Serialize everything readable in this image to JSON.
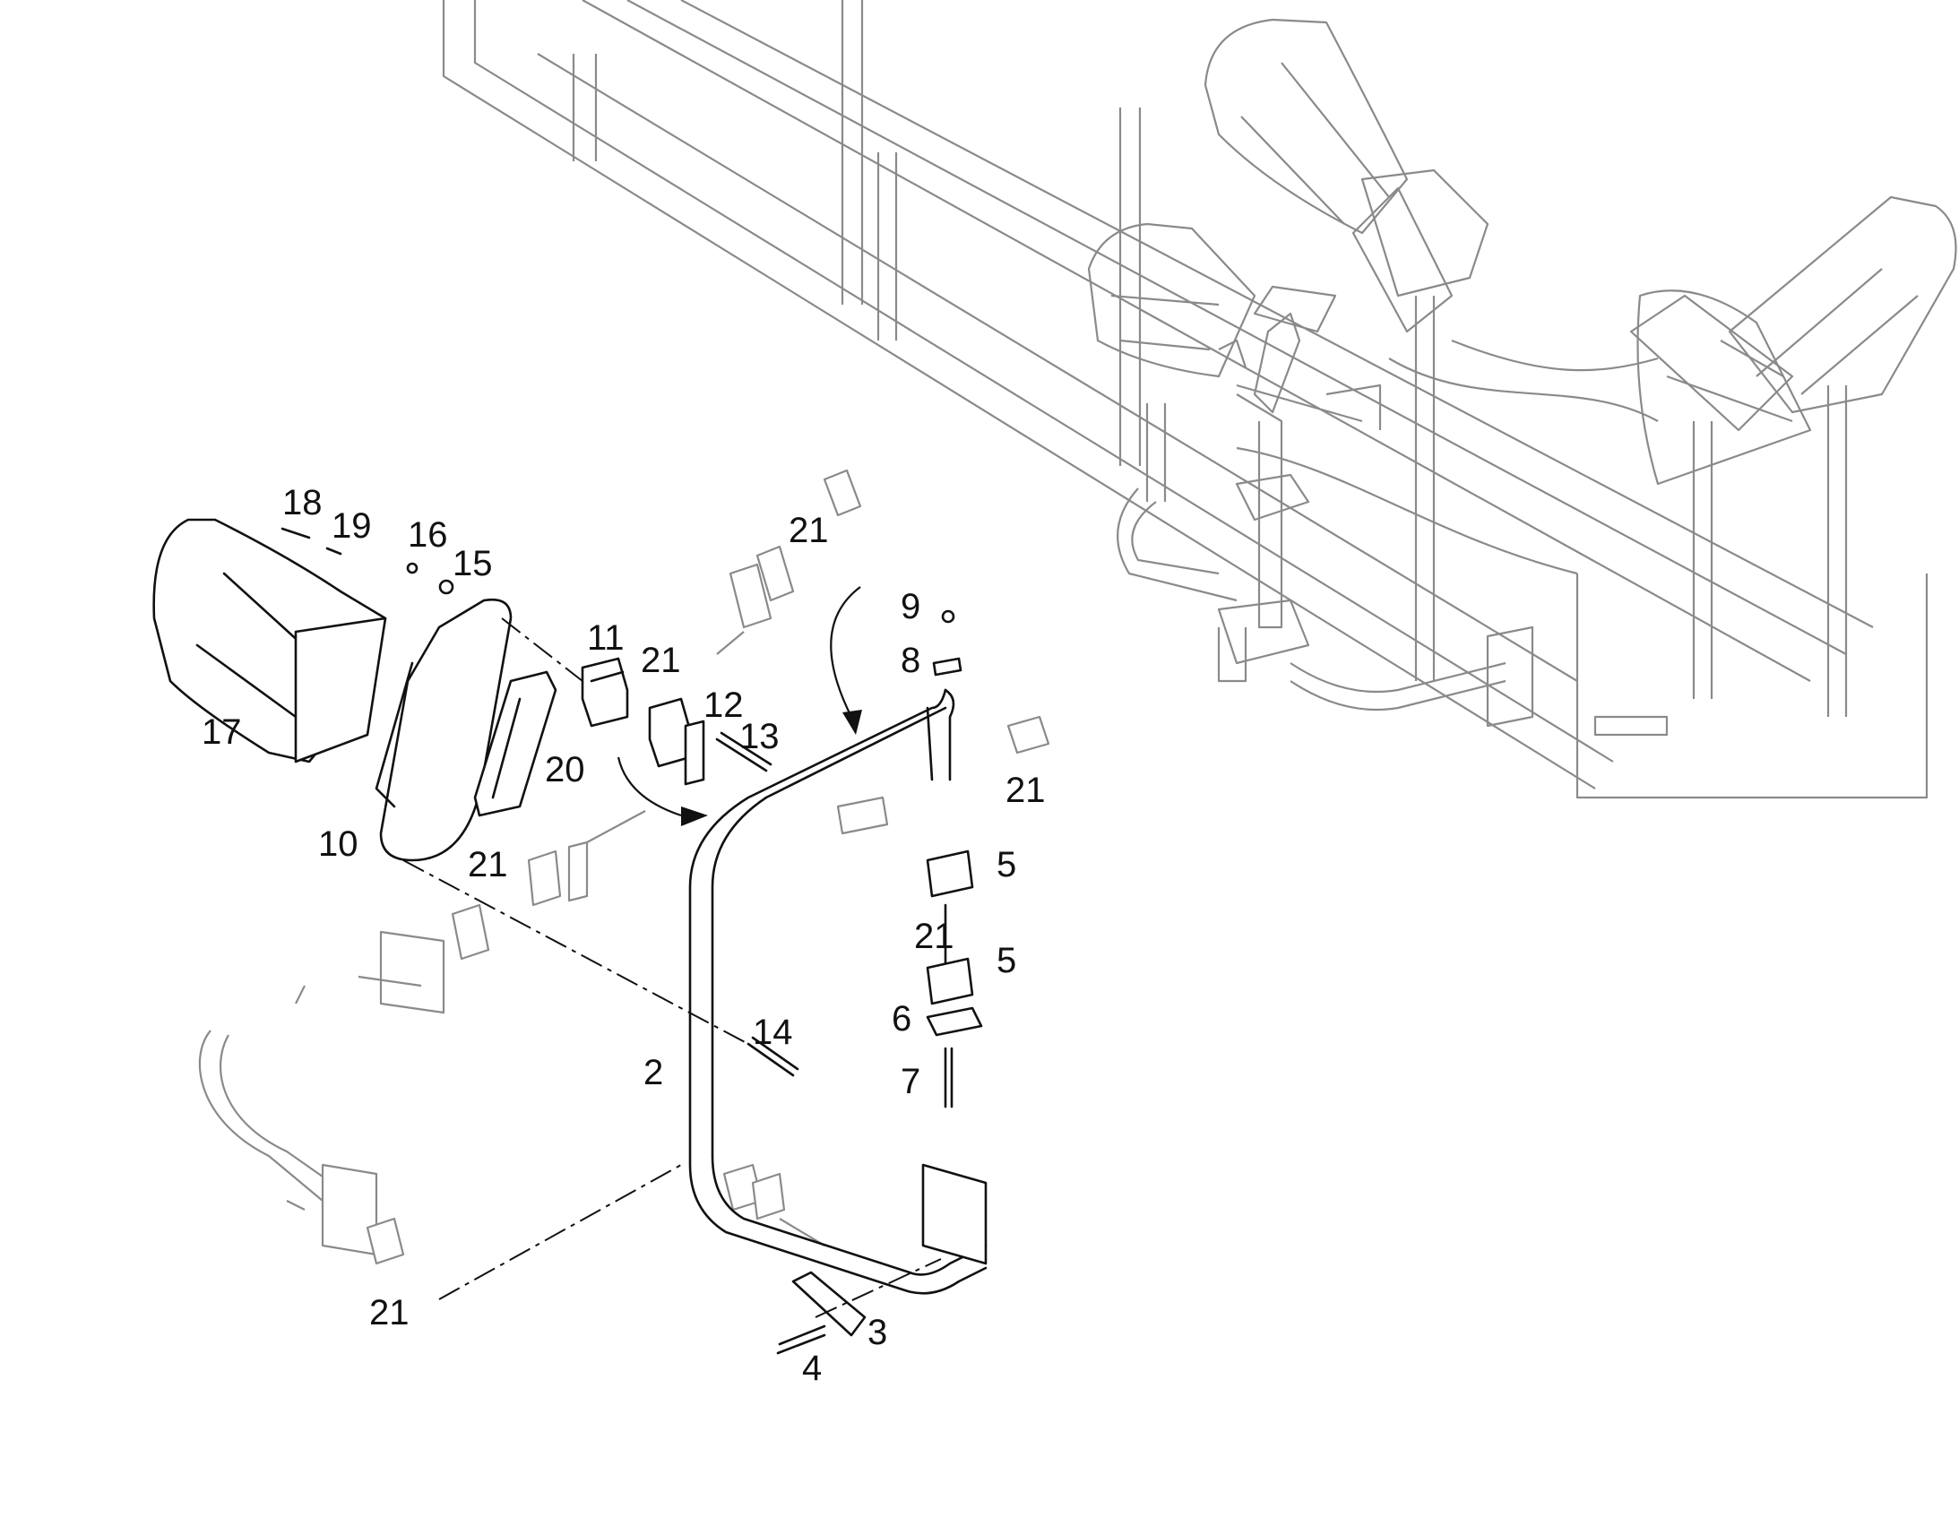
{
  "figure": {
    "callouts": [
      {
        "label": "18"
      },
      {
        "label": "19"
      },
      {
        "label": "16"
      },
      {
        "label": "15"
      },
      {
        "label": "21"
      },
      {
        "label": "17"
      },
      {
        "label": "11"
      },
      {
        "label": "21"
      },
      {
        "label": "9"
      },
      {
        "label": "8"
      },
      {
        "label": "12"
      },
      {
        "label": "13"
      },
      {
        "label": "20"
      },
      {
        "label": "21"
      },
      {
        "label": "10"
      },
      {
        "label": "5"
      },
      {
        "label": "21"
      },
      {
        "label": "21"
      },
      {
        "label": "5"
      },
      {
        "label": "6"
      },
      {
        "label": "14"
      },
      {
        "label": "2"
      },
      {
        "label": "7"
      },
      {
        "label": "21"
      },
      {
        "label": "3"
      },
      {
        "label": "4"
      }
    ]
  }
}
